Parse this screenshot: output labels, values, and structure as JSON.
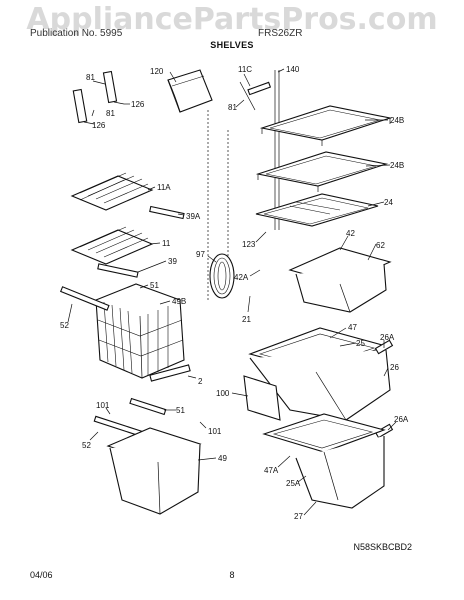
{
  "watermark": "AppliancePartsPros.com",
  "header": {
    "left": "Publication No. 5995",
    "right": "FRS26ZR",
    "section": "SHELVES"
  },
  "diagram_code": "N58SKBCBD2",
  "footer": {
    "date": "04/06",
    "page": "8"
  },
  "callouts": [
    "81",
    "126",
    "81",
    "126",
    "120",
    "11C",
    "140",
    "81",
    "24B",
    "24B",
    "24",
    "11A",
    "39A",
    "11",
    "39",
    "97",
    "123",
    "42",
    "62",
    "42A",
    "51",
    "49B",
    "52",
    "21",
    "47",
    "25",
    "26A",
    "26",
    "2",
    "100",
    "101",
    "51",
    "101",
    "26A",
    "52",
    "49",
    "47A",
    "25A",
    "27"
  ]
}
